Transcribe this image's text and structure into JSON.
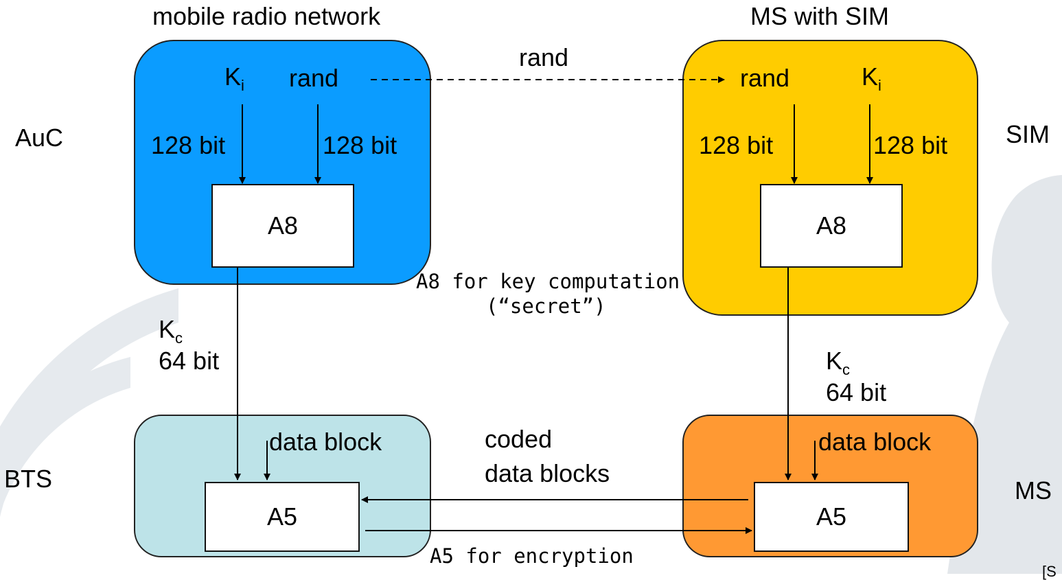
{
  "colors": {
    "network_box": "#0b9cff",
    "sim_box": "#ffcc00",
    "bts_box": "#bde3e8",
    "ms_box": "#ff9933",
    "background_decoration": "#dfe4ea"
  },
  "headers": {
    "network": "mobile radio network",
    "ms_sim": "MS with SIM"
  },
  "side_labels": {
    "auc": "AuC",
    "sim": "SIM",
    "bts": "BTS",
    "ms": "MS"
  },
  "network_box": {
    "ki": "K",
    "ki_sub": "i",
    "rand": "rand",
    "bits_left": "128 bit",
    "bits_right": "128 bit",
    "algorithm": "A8"
  },
  "sim_box": {
    "rand": "rand",
    "ki": "K",
    "ki_sub": "i",
    "bits_left": "128 bit",
    "bits_right": "128 bit",
    "algorithm": "A8"
  },
  "rand_transfer_label": "rand",
  "a8_note_line1": "A8 for key computation",
  "a8_note_line2": "(“secret”)",
  "left_kc": {
    "k": "K",
    "sub": "c",
    "bits": "64 bit"
  },
  "right_kc": {
    "k": "K",
    "sub": "c",
    "bits": "64 bit"
  },
  "bts_box": {
    "data_block": "data block",
    "algorithm": "A5"
  },
  "ms_box": {
    "data_block": "data block",
    "algorithm": "A5"
  },
  "coded_line1": "coded",
  "coded_line2": "data blocks",
  "a5_note": "A5 for encryption",
  "corner_fragment": "[S"
}
